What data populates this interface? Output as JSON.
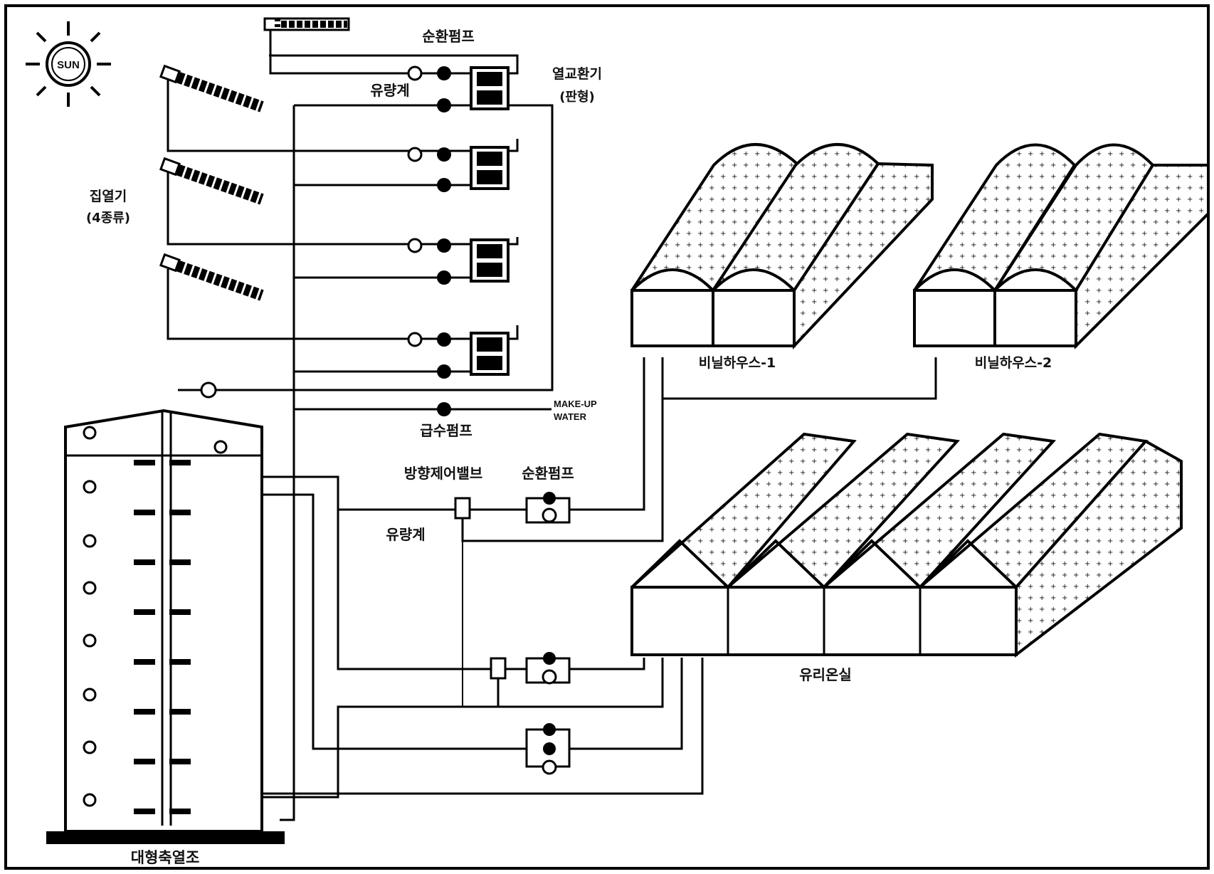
{
  "sun": {
    "label": "SUN"
  },
  "labels": {
    "collector": "집열기",
    "collector_types": "(4종류)",
    "circ_pump_top": "순환펌프",
    "flow_meter_top": "유량계",
    "heat_exchanger": "열교환기",
    "heat_exchanger_type": "(판형)",
    "makeup_water_1": "MAKE-UP",
    "makeup_water_2": "WATER",
    "feed_pump": "급수펌프",
    "direction_valve": "방향제어밸브",
    "circ_pump_mid": "순환펌프",
    "flow_meter_mid": "유량계",
    "vinyl_house_1": "비닐하우스-1",
    "vinyl_house_2": "비닐하우스-2",
    "glass_greenhouse": "유리온실",
    "storage_tank": "대형축열조"
  },
  "colors": {
    "line": "#000000",
    "background": "#ffffff",
    "dots": "#111111"
  }
}
